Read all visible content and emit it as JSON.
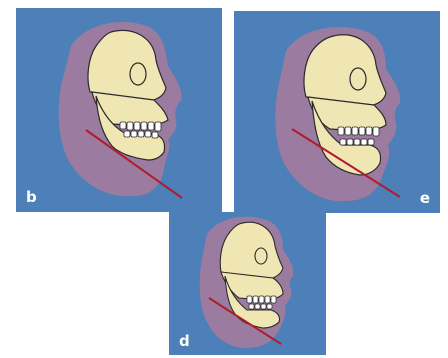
{
  "colors": {
    "background": "#4d7fb8",
    "soft_tissue": "#9c7ba0",
    "bone": "#f0e6b3",
    "bone_outline": "#2a2a2a",
    "teeth": "#ffffff",
    "plane_line": "#b01c2a"
  },
  "panels": {
    "b": {
      "label": "b"
    },
    "e": {
      "label": "e"
    },
    "d": {
      "label": "d"
    }
  }
}
